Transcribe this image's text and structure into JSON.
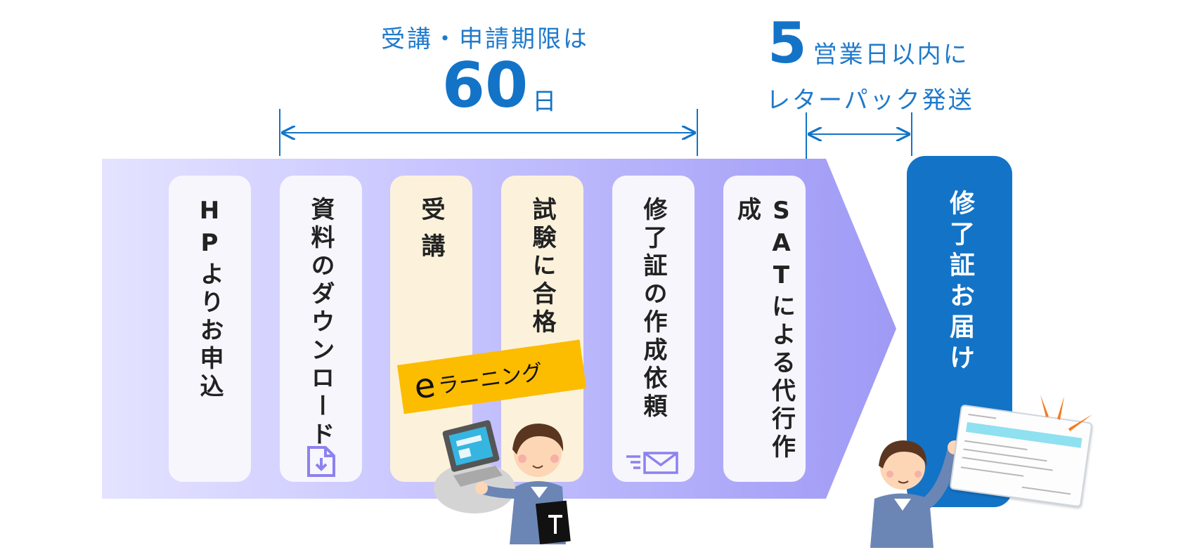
{
  "period": {
    "caption": "受講・申請期限は",
    "number": "60",
    "unit": "日"
  },
  "shipping": {
    "number": "5",
    "line1_text": "営業日以内に",
    "line2_text": "レターパック発送"
  },
  "steps": [
    {
      "label": "HPよりお申込"
    },
    {
      "label": "資料のダウンロード",
      "icon": "document-download-icon"
    },
    {
      "label": "受講"
    },
    {
      "label": "試験に合格"
    },
    {
      "label": "修了証の作成依頼",
      "icon": "mail-icon"
    },
    {
      "label": "SATによる代行作成"
    }
  ],
  "final_step": {
    "label": "修了証お届け"
  },
  "elearning": {
    "e": "e",
    "text": "ラーニング"
  },
  "colors": {
    "accent_blue": "#1373c7",
    "caption_blue": "#1f7acb",
    "band_start": "#e4e3ff",
    "band_end": "#9f9af5",
    "card_white": "#f7f6fd",
    "card_cream": "#fcf2dc",
    "elearning_yellow": "#fcbc00"
  }
}
